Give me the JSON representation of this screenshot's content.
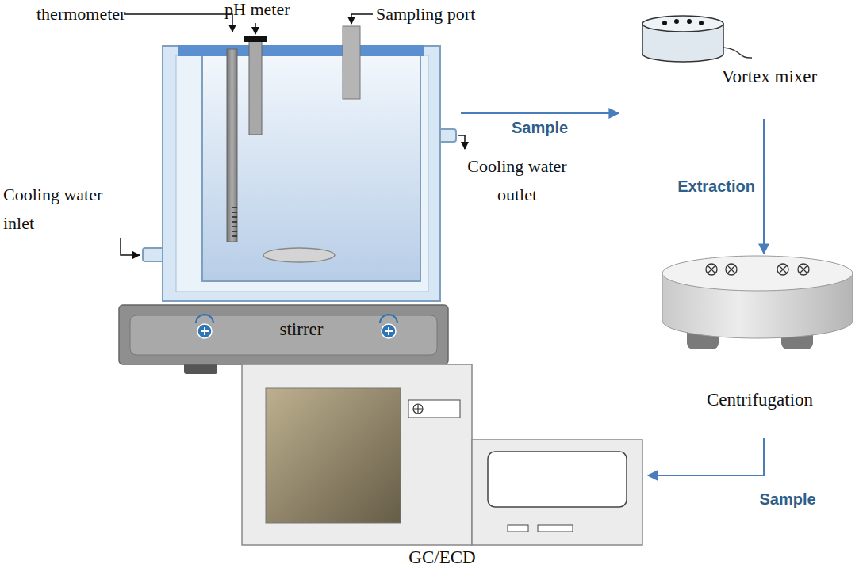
{
  "diagram": {
    "nodes": [
      {
        "text": [
          "stirrer"
        ]
      },
      {
        "text": [
          "Vortex mixer"
        ]
      },
      {
        "text": [
          "Centrifugation"
        ]
      },
      {
        "text": [
          "GC/ECD"
        ]
      }
    ],
    "edges": [
      {
        "from": 0,
        "to": 1,
        "label": "Sample",
        "arrow": "to"
      },
      {
        "from": 1,
        "to": 2,
        "label": "Extraction",
        "arrow": "to"
      },
      {
        "from": 2,
        "to": 3,
        "label": "Sample",
        "arrow": "to"
      }
    ],
    "labels": [
      "thermometer",
      "pH meter",
      "Sampling port",
      "Cooling water inlet",
      "Cooling water outlet"
    ]
  }
}
